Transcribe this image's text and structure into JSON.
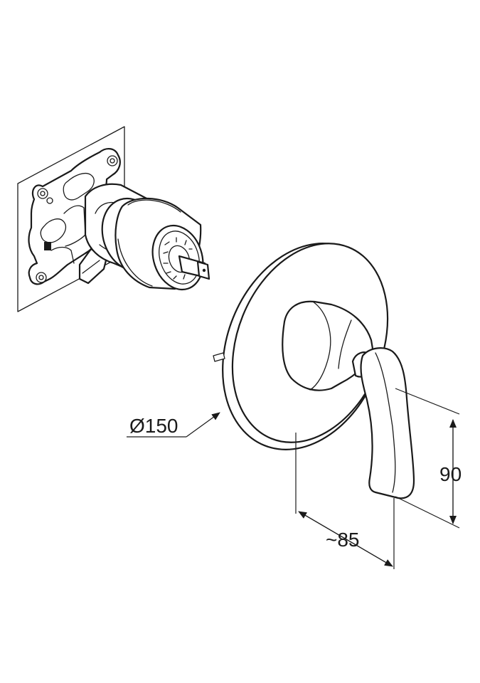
{
  "dimensions": {
    "diameter_label": "Ø150",
    "height_label": "90",
    "depth_label": "~85"
  },
  "colors": {
    "line": "#1a1a1a",
    "background": "#ffffff"
  }
}
